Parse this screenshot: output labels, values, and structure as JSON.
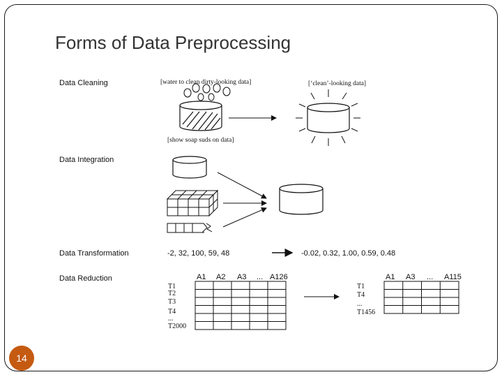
{
  "slide": {
    "title": "Forms of Data Preprocessing",
    "page_number": "14"
  },
  "cleaning": {
    "label": "Data Cleaning",
    "caption_water": "[water to clean dirty-looking data]",
    "caption_clean": "[‘clean’-looking data]",
    "caption_soap": "[show soap suds on data]"
  },
  "integration": {
    "label": "Data Integration"
  },
  "transformation": {
    "label": "Data Transformation",
    "input_values": "-2, 32, 100, 59, 48",
    "output_values": "-0.02, 0.32, 1.00, 0.59, 0.48"
  },
  "reduction": {
    "label": "Data Reduction",
    "left_table": {
      "columns": [
        "A1",
        "A2",
        "A3",
        "...",
        "A126"
      ],
      "rows": [
        "T1",
        "T2",
        "T3",
        "T4",
        "...",
        "T2000"
      ]
    },
    "right_table": {
      "columns": [
        "A1",
        "A3",
        "...",
        "A115"
      ],
      "rows": [
        "T1",
        "T4",
        "...",
        "T1456"
      ]
    }
  }
}
